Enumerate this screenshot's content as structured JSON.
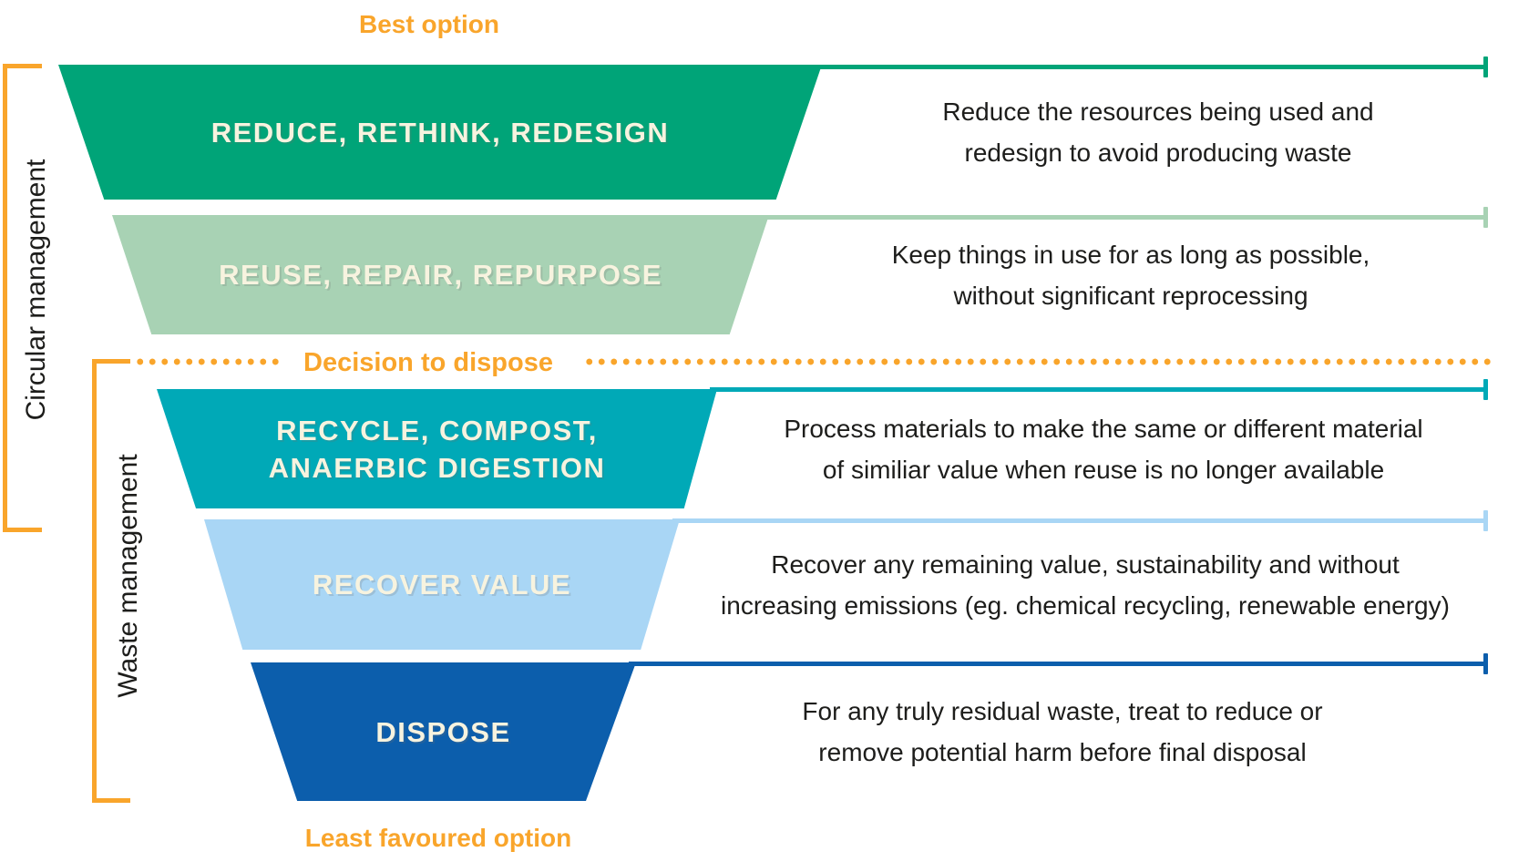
{
  "title_top": "Best option",
  "title_bottom": "Least favoured option",
  "divider": {
    "label": "Decision to dispose"
  },
  "brackets": {
    "circular": "Circular management",
    "waste": "Waste management"
  },
  "colors": {
    "orange": "#F9A52B",
    "label_cream": "#F7F3DF",
    "text_dark": "#1D1D1B"
  },
  "levels": [
    {
      "id": "reduce",
      "color": "#00A478",
      "label_lines": [
        "REDUCE, RETHINK, REDESIGN",
        ""
      ],
      "desc_lines": [
        "Reduce the resources being used and",
        "redesign to avoid producing waste"
      ]
    },
    {
      "id": "reuse",
      "color": "#A8D2B4",
      "label_lines": [
        "REUSE, REPAIR, REPURPOSE",
        ""
      ],
      "desc_lines": [
        "Keep things in use for as long as possible,",
        "without significant reprocessing"
      ]
    },
    {
      "id": "recycle",
      "color": "#00A9B7",
      "label_lines": [
        "RECYCLE, COMPOST,",
        "ANAERBIC DIGESTION"
      ],
      "desc_lines": [
        "Process materials to make the same or different material",
        "of similiar value when reuse is no longer available"
      ]
    },
    {
      "id": "recover",
      "color": "#A9D6F5",
      "label_lines": [
        "RECOVER VALUE",
        ""
      ],
      "desc_lines": [
        "Recover any remaining value, sustainability and without",
        "increasing emissions (eg. chemical recycling, renewable energy)"
      ]
    },
    {
      "id": "dispose",
      "color": "#0C5EAC",
      "label_lines": [
        "DISPOSE",
        ""
      ],
      "desc_lines": [
        "For any truly residual waste, treat to reduce or",
        "remove potential harm before final disposal"
      ]
    }
  ]
}
